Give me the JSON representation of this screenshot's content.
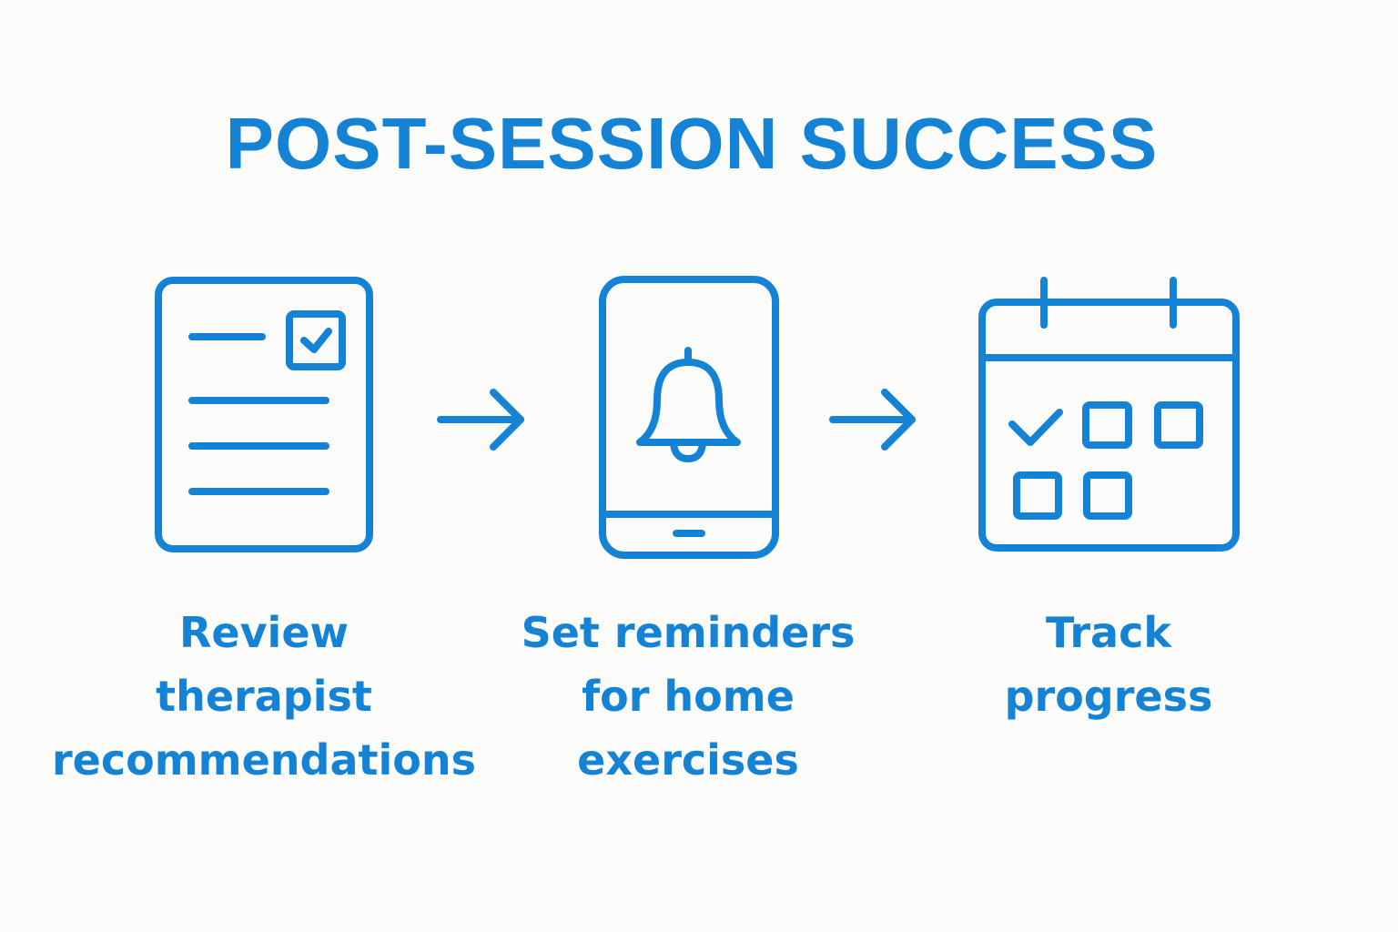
{
  "title": "POST-SESSION SUCCESS",
  "colors": {
    "accent": "#1483d6",
    "background": "#fbfbf9"
  },
  "steps": [
    {
      "icon": "document-checklist-icon",
      "lines": [
        "Review",
        "therapist",
        "recommendations"
      ]
    },
    {
      "icon": "phone-bell-icon",
      "lines": [
        "Set reminders",
        "for home",
        "exercises"
      ]
    },
    {
      "icon": "calendar-checkbox-icon",
      "lines": [
        "Track",
        "progress"
      ]
    }
  ],
  "connectors": [
    {
      "icon": "arrow-right-icon"
    },
    {
      "icon": "arrow-right-icon"
    }
  ]
}
